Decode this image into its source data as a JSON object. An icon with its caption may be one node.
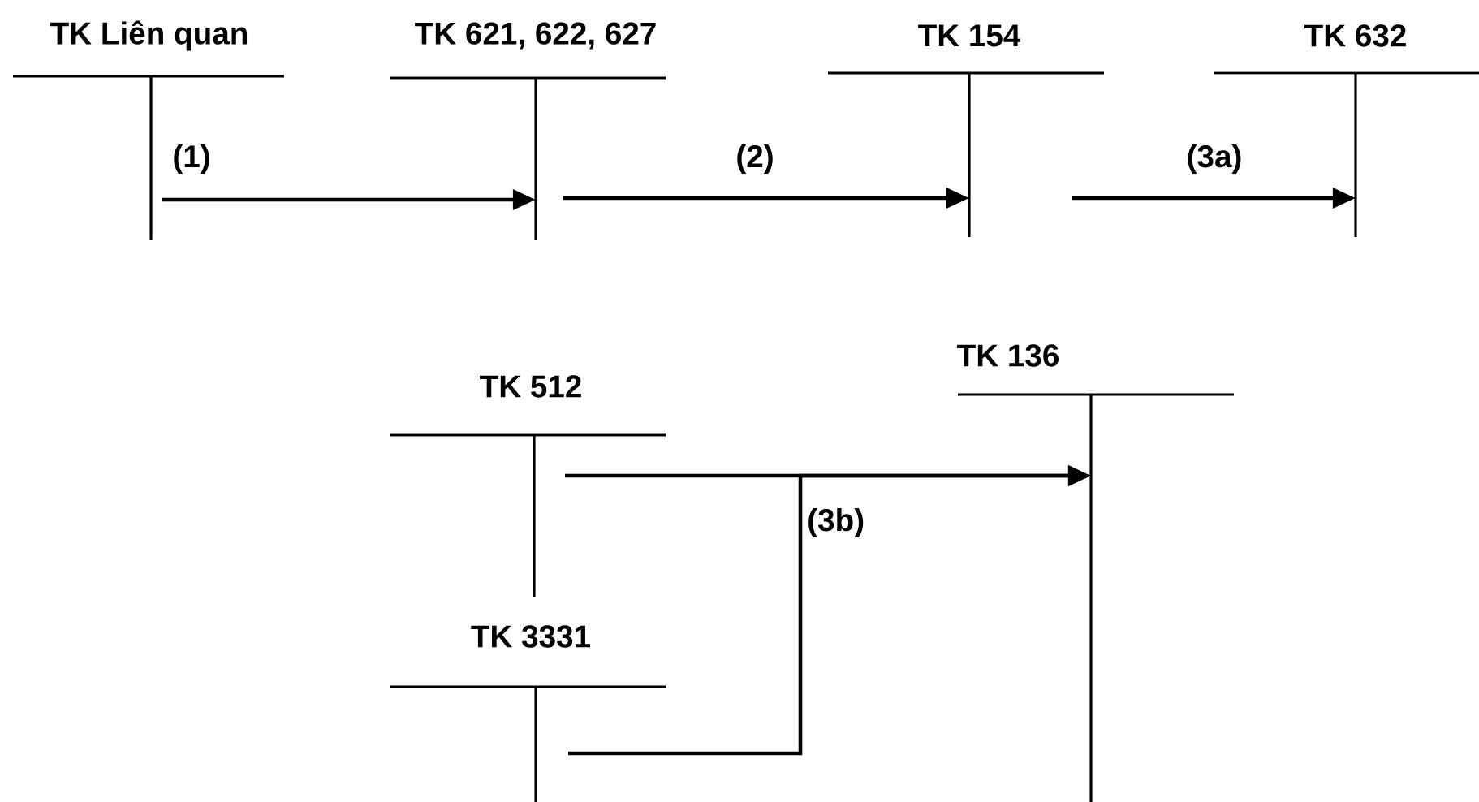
{
  "diagram": {
    "nodes": [
      {
        "text": [
          "TK Liên quan"
        ]
      },
      {
        "text": [
          "TK 621, 622, 627"
        ]
      },
      {
        "text": [
          "TK 154"
        ]
      },
      {
        "text": [
          "TK 632"
        ]
      },
      {
        "text": [
          "TK 512"
        ]
      },
      {
        "text": [
          "TK 136"
        ]
      },
      {
        "text": [
          "TK 3331"
        ]
      }
    ],
    "edges": [
      {
        "from": 0,
        "to": 1,
        "arrow": "to",
        "label": "(1)"
      },
      {
        "from": 1,
        "to": 2,
        "arrow": "to",
        "label": "(2)"
      },
      {
        "from": 2,
        "to": 3,
        "arrow": "to",
        "label": "(3a)"
      },
      {
        "from": 4,
        "to": 5,
        "arrow": "to",
        "label": "(3b)"
      },
      {
        "from": 6,
        "to": 5,
        "arrow": "to"
      }
    ]
  }
}
